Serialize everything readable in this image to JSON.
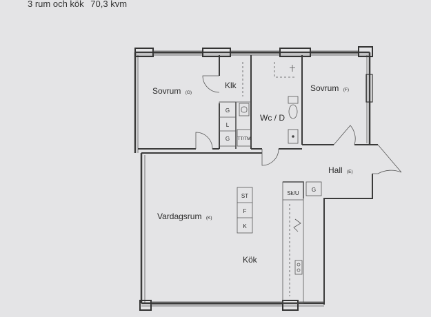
{
  "header": {
    "rooms_text": "3 rum och kök",
    "area_text": "70,3 kvm"
  },
  "rooms": {
    "sovrum_g": {
      "name": "Sovrum",
      "tag": "(G)"
    },
    "klk": {
      "name": "Klk"
    },
    "wc": {
      "name": "Wc / D"
    },
    "sovrum_f": {
      "name": "Sovrum",
      "tag": "(F)"
    },
    "hall": {
      "name": "Hall",
      "tag": "(E)"
    },
    "vardagsrum": {
      "name": "Vardagsrum",
      "tag": "(K)"
    },
    "kok": {
      "name": "Kök"
    }
  },
  "fixtures": {
    "closet_g1": "G",
    "closet_l": "L",
    "closet_g2": "G",
    "tt_tm": "TT/TM",
    "st": "ST",
    "f": "F",
    "k": "K",
    "sk_u": "Sk/U",
    "hall_g": "G"
  }
}
